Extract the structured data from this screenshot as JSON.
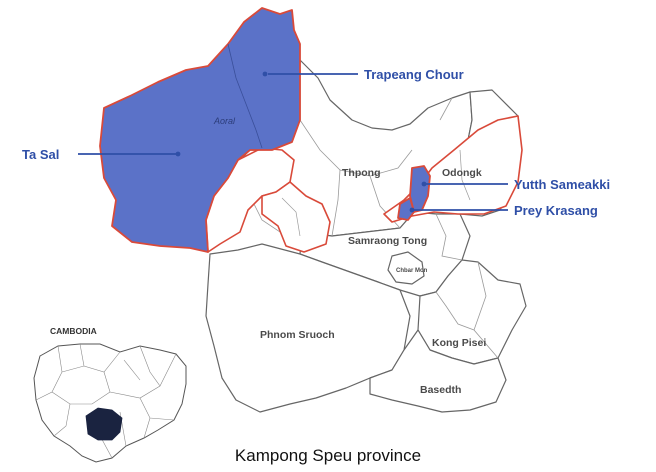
{
  "colors": {
    "highlight_fill": "#5b72c8",
    "highlight_border": "#d94a3a",
    "district_border": "#666666",
    "callout_text": "#2f4fa7",
    "inset_selected": "#1a2340"
  },
  "highlighted_region_label": "Aoral",
  "districts": {
    "thpong": "Thpong",
    "odongk": "Odongk",
    "samraong_tong": "Samraong Tong",
    "chbar_mon": "Chbar Mon",
    "phnom_sruoch": "Phnom Sruoch",
    "kong_pisei": "Kong Pisei",
    "basedth": "Basedth"
  },
  "callouts": {
    "trapeang_chour": "Trapeang Chour",
    "ta_sal": "Ta Sal",
    "yutth_sameakki": "Yutth Sameakki",
    "prey_krasang": "Prey Krasang"
  },
  "inset": {
    "title": "CAMBODIA"
  },
  "caption": "Kampong Speu province"
}
